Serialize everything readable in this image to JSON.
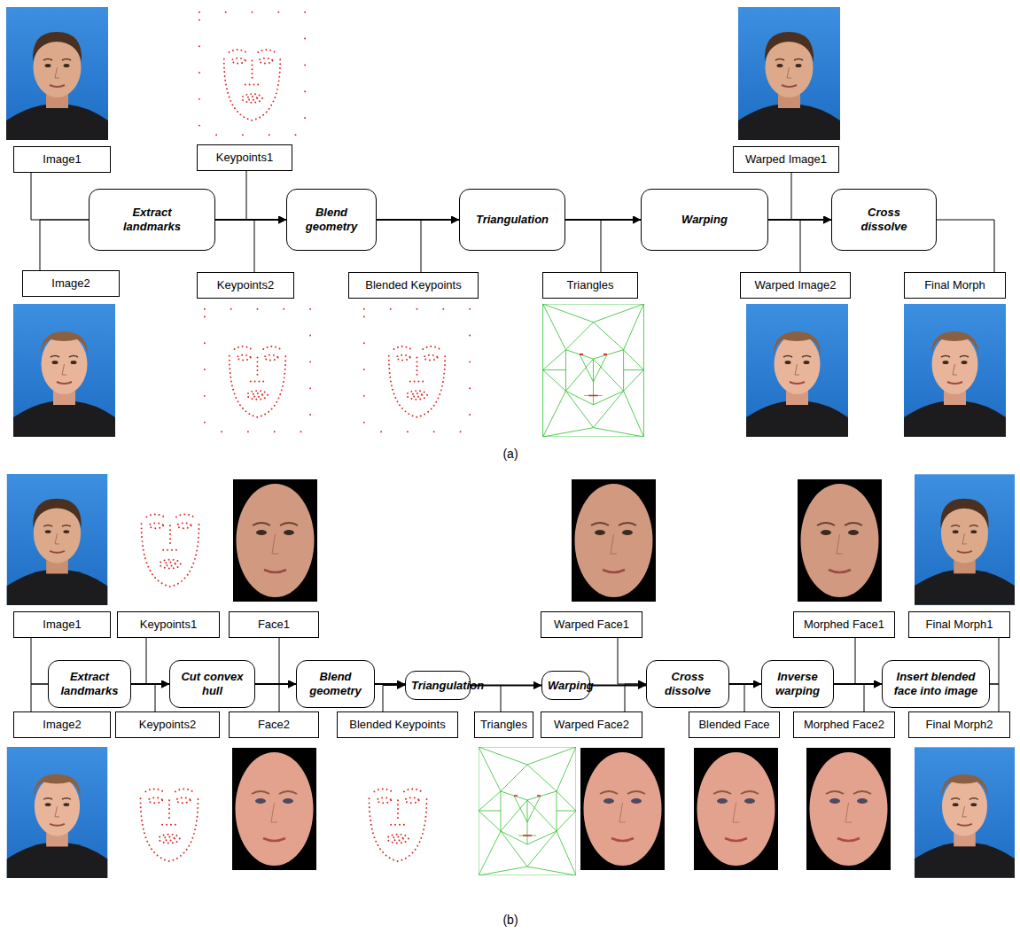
{
  "diagram": {
    "nodes": [
      {
        "text": [
          "Image1"
        ]
      },
      {
        "text": [
          "Image2"
        ]
      },
      {
        "text": [
          "Extract landmarks"
        ]
      },
      {
        "text": [
          "Keypoints1"
        ]
      },
      {
        "text": [
          "Keypoints2"
        ]
      },
      {
        "text": [
          "Blend geometry"
        ]
      },
      {
        "text": [
          "Blended Keypoints"
        ]
      },
      {
        "text": [
          "Triangulation"
        ]
      },
      {
        "text": [
          "Triangles"
        ]
      },
      {
        "text": [
          "Warping"
        ]
      },
      {
        "text": [
          "Warped Image1"
        ]
      },
      {
        "text": [
          "Warped Image2"
        ]
      },
      {
        "text": [
          "Cross dissolve"
        ]
      },
      {
        "text": [
          "Final Morph"
        ]
      },
      {
        "text": [
          "Image1"
        ]
      },
      {
        "text": [
          "Image2"
        ]
      },
      {
        "text": [
          "Extract landmarks"
        ]
      },
      {
        "text": [
          "Keypoints1"
        ]
      },
      {
        "text": [
          "Keypoints2"
        ]
      },
      {
        "text": [
          "Cut convex hull"
        ]
      },
      {
        "text": [
          "Face1"
        ]
      },
      {
        "text": [
          "Face2"
        ]
      },
      {
        "text": [
          "Blend geometry"
        ]
      },
      {
        "text": [
          "Blended Keypoints"
        ]
      },
      {
        "text": [
          "Triangulation"
        ]
      },
      {
        "text": [
          "Triangles"
        ]
      },
      {
        "text": [
          "Warping"
        ]
      },
      {
        "text": [
          "Warped Face1"
        ]
      },
      {
        "text": [
          "Warped Face2"
        ]
      },
      {
        "text": [
          "Cross dissolve"
        ]
      },
      {
        "text": [
          "Blended Face"
        ]
      },
      {
        "text": [
          "Inverse warping"
        ]
      },
      {
        "text": [
          "Morphed Face1"
        ]
      },
      {
        "text": [
          "Morphed Face2"
        ]
      },
      {
        "text": [
          "Insert blended face into image"
        ]
      },
      {
        "text": [
          "Final Morph1"
        ]
      },
      {
        "text": [
          "Final Morph2"
        ]
      }
    ],
    "edges": [
      {
        "from": 0,
        "to": 2,
        "arrow": "none"
      },
      {
        "from": 1,
        "to": 2,
        "arrow": "none"
      },
      {
        "from": 2,
        "to": 5,
        "arrow": "to"
      },
      {
        "from": 3,
        "to": 5,
        "arrow": "to"
      },
      {
        "from": 4,
        "to": 5,
        "arrow": "to"
      },
      {
        "from": 5,
        "to": 7,
        "arrow": "to"
      },
      {
        "from": 6,
        "to": 7,
        "arrow": "to"
      },
      {
        "from": 7,
        "to": 9,
        "arrow": "to"
      },
      {
        "from": 8,
        "to": 9,
        "arrow": "to"
      },
      {
        "from": 9,
        "to": 12,
        "arrow": "to"
      },
      {
        "from": 10,
        "to": 12,
        "arrow": "to"
      },
      {
        "from": 11,
        "to": 12,
        "arrow": "to"
      },
      {
        "from": 12,
        "to": 13,
        "arrow": "none"
      },
      {
        "from": 14,
        "to": 16,
        "arrow": "none"
      },
      {
        "from": 15,
        "to": 16,
        "arrow": "none"
      },
      {
        "from": 16,
        "to": 19,
        "arrow": "to"
      },
      {
        "from": 17,
        "to": 19,
        "arrow": "to"
      },
      {
        "from": 18,
        "to": 19,
        "arrow": "to"
      },
      {
        "from": 19,
        "to": 22,
        "arrow": "to"
      },
      {
        "from": 20,
        "to": 22,
        "arrow": "to"
      },
      {
        "from": 21,
        "to": 22,
        "arrow": "to"
      },
      {
        "from": 22,
        "to": 24,
        "arrow": "to"
      },
      {
        "from": 23,
        "to": 24,
        "arrow": "to"
      },
      {
        "from": 24,
        "to": 26,
        "arrow": "to"
      },
      {
        "from": 25,
        "to": 26,
        "arrow": "to"
      },
      {
        "from": 26,
        "to": 29,
        "arrow": "to"
      },
      {
        "from": 27,
        "to": 29,
        "arrow": "to"
      },
      {
        "from": 28,
        "to": 29,
        "arrow": "to"
      },
      {
        "from": 29,
        "to": 31,
        "arrow": "to"
      },
      {
        "from": 30,
        "to": 31,
        "arrow": "to"
      },
      {
        "from": 31,
        "to": 34,
        "arrow": "to"
      },
      {
        "from": 32,
        "to": 34,
        "arrow": "to"
      },
      {
        "from": 33,
        "to": 34,
        "arrow": "to"
      },
      {
        "from": 34,
        "to": 35,
        "arrow": "none"
      },
      {
        "from": 34,
        "to": 36,
        "arrow": "none"
      }
    ],
    "labels": [
      "(a)",
      "(b)"
    ]
  }
}
